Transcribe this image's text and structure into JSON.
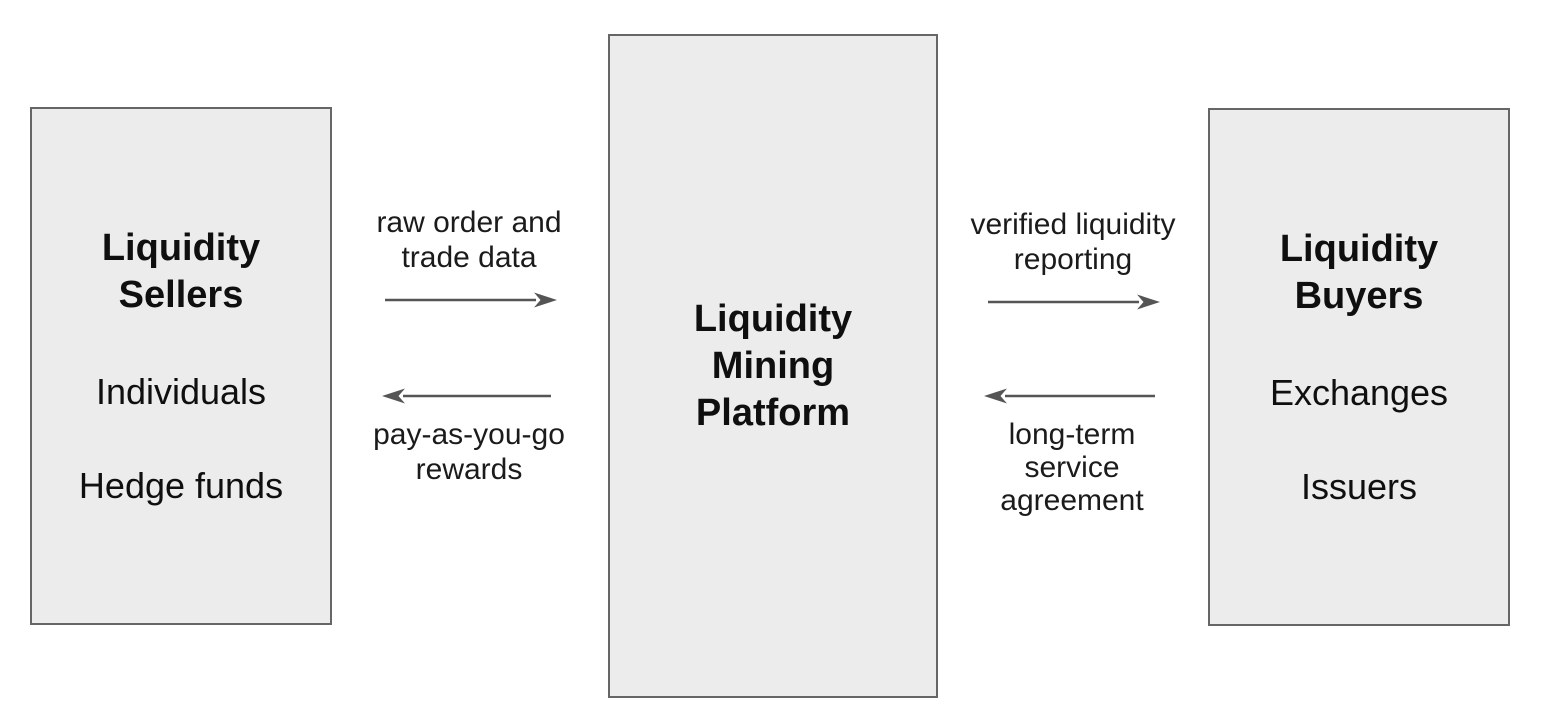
{
  "diagram": {
    "colors": {
      "background": "#ffffff",
      "box_fill": "#ececec",
      "box_border": "#666666",
      "arrow": "#555555",
      "text": "#0f0f0f"
    },
    "nodes": [
      {
        "id": "liquidity-sellers",
        "title_lines": [
          "Liquidity",
          "Sellers"
        ],
        "items": [
          "Individuals",
          "Hedge funds"
        ]
      },
      {
        "id": "liquidity-mining-platform",
        "title_lines": [
          "Liquidity",
          "Mining",
          "Platform"
        ],
        "items": []
      },
      {
        "id": "liquidity-buyers",
        "title_lines": [
          "Liquidity",
          "Buyers"
        ],
        "items": [
          "Exchanges",
          "Issuers"
        ]
      }
    ],
    "flows": [
      {
        "id": "raw-data",
        "label_lines": [
          "raw order and",
          "trade data"
        ],
        "direction": "right",
        "from": "liquidity-sellers",
        "to": "liquidity-mining-platform"
      },
      {
        "id": "rewards",
        "label_lines": [
          "pay-as-you-go",
          "rewards"
        ],
        "direction": "left",
        "from": "liquidity-mining-platform",
        "to": "liquidity-sellers"
      },
      {
        "id": "reporting",
        "label_lines": [
          "verified liquidity",
          "reporting"
        ],
        "direction": "right",
        "from": "liquidity-mining-platform",
        "to": "liquidity-buyers"
      },
      {
        "id": "agreement",
        "label_lines": [
          "long-term",
          "service",
          "agreement"
        ],
        "direction": "left",
        "from": "liquidity-buyers",
        "to": "liquidity-mining-platform"
      }
    ]
  }
}
